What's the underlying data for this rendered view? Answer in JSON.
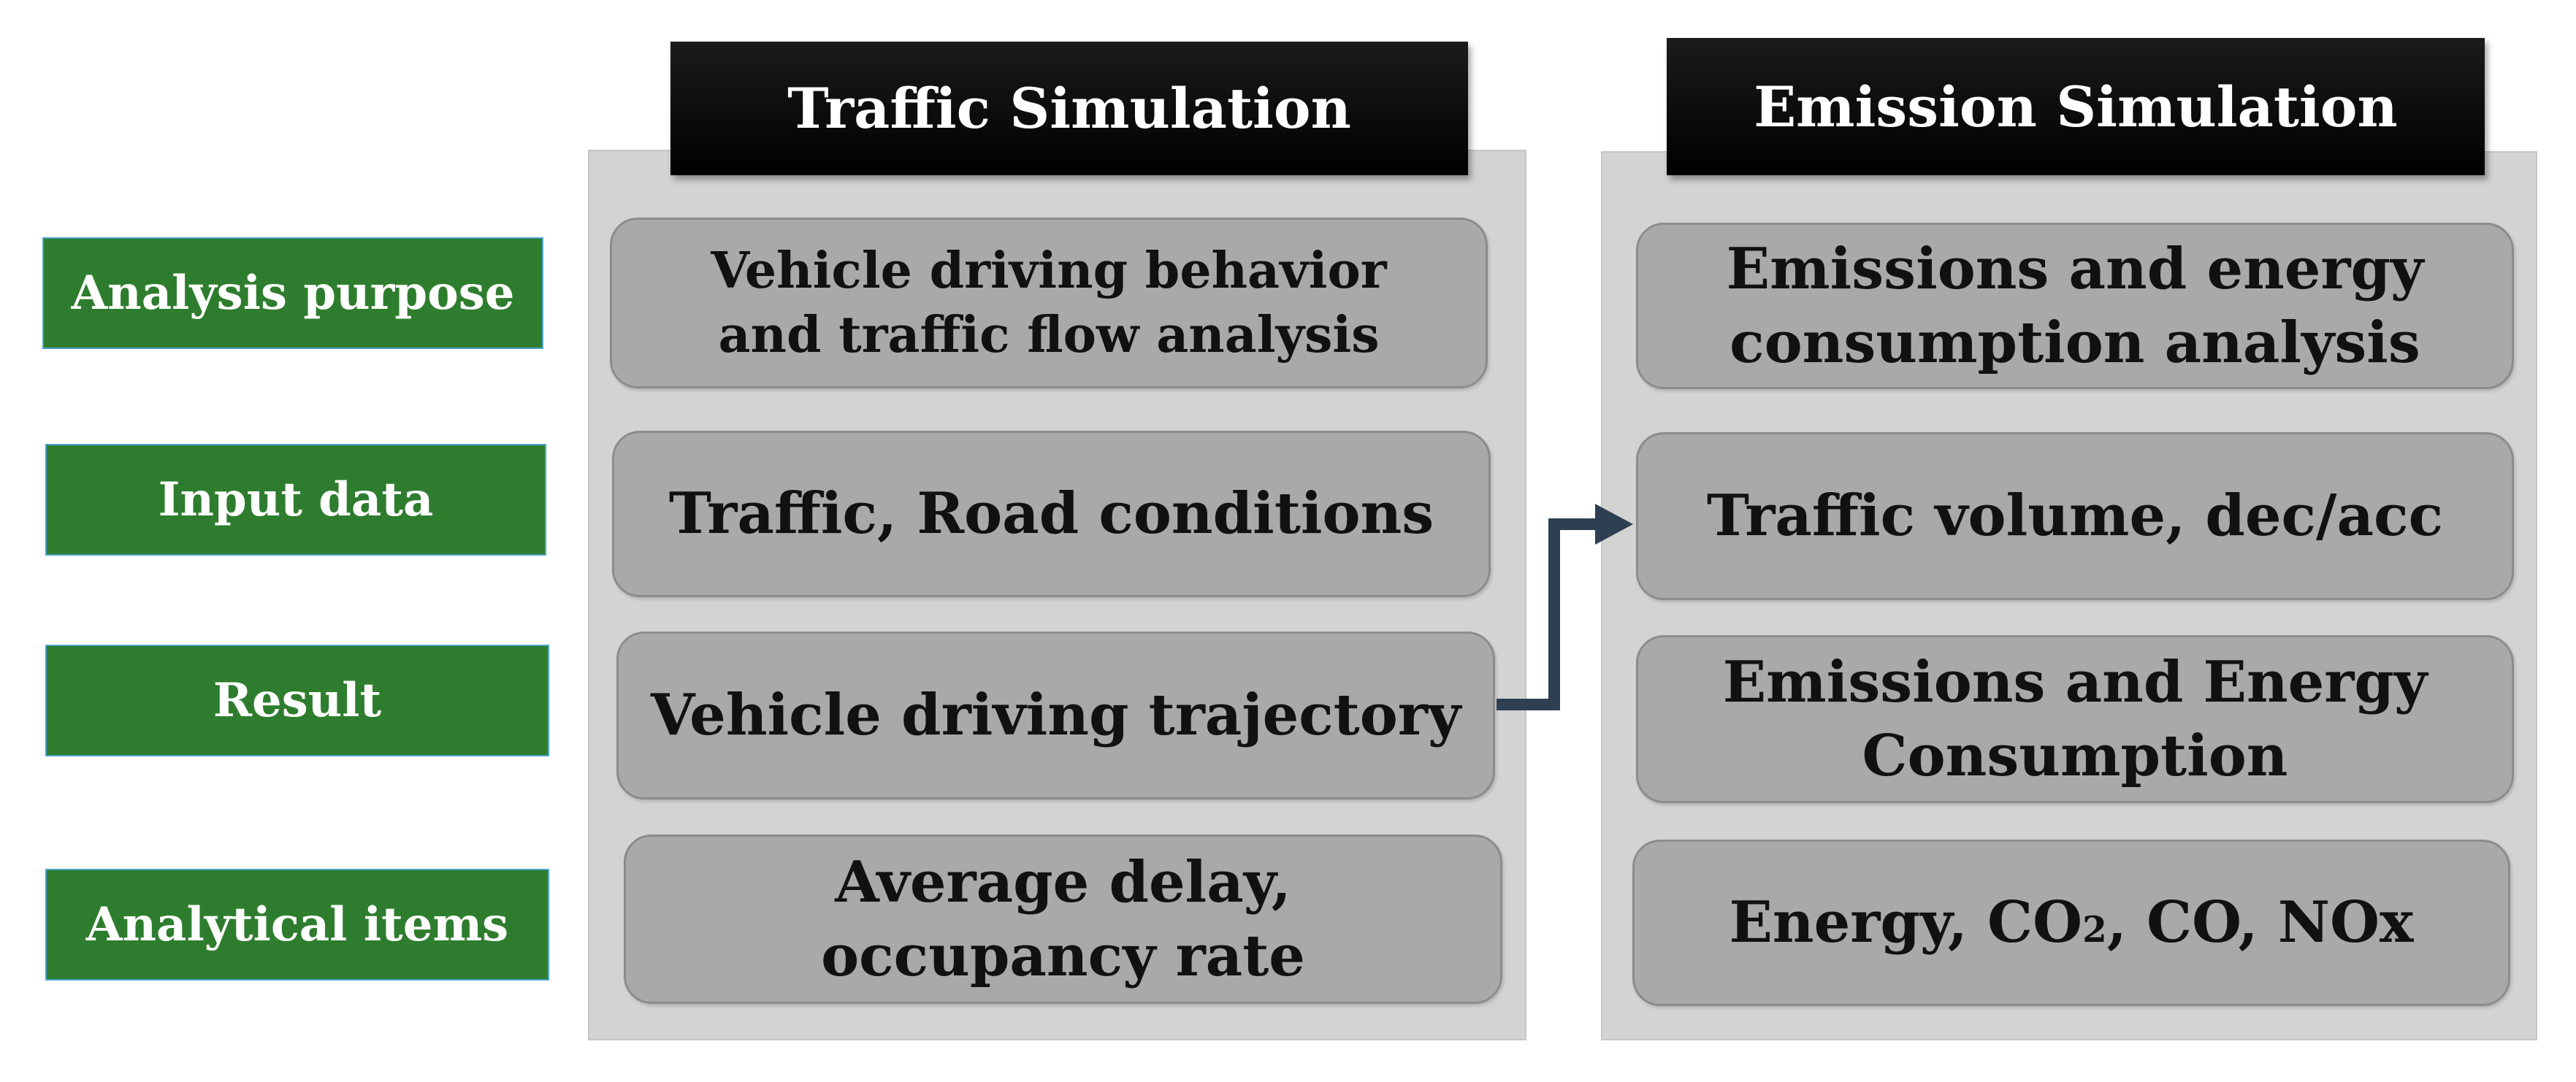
{
  "row_labels": {
    "analysis_purpose": "Analysis purpose",
    "input_data": "Input data",
    "result": "Result",
    "analytical_items": "Analytical items"
  },
  "traffic": {
    "header": "Traffic Simulation",
    "analysis_purpose": "Vehicle driving behavior and traffic flow analysis",
    "input_data": "Traffic, Road conditions",
    "result": "Vehicle driving trajectory",
    "analytical_items": "Average delay, occupancy rate"
  },
  "emission": {
    "header": "Emission Simulation",
    "analysis_purpose": "Emissions and energy consumption analysis",
    "input_data": "Traffic volume, dec/acc",
    "result": "Emissions and Energy Consumption",
    "analytical_items_prefix": "Energy, CO",
    "analytical_items_sub": "2",
    "analytical_items_suffix": ", CO, NOx"
  },
  "colors": {
    "label_green": "#2e7d2e",
    "panel_gray": "#d3d3d3",
    "cell_gray": "#a9a9a9",
    "header_black": "#000000",
    "arrow": "#2f3f52"
  }
}
